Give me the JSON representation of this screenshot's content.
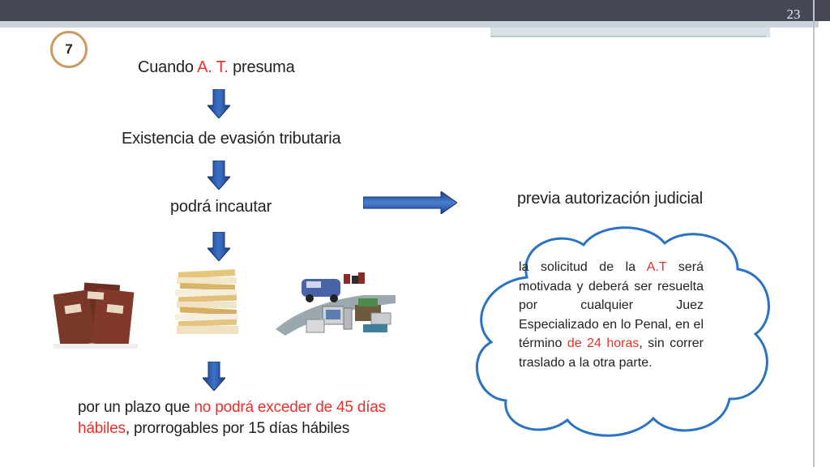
{
  "header": {
    "page_number": "23"
  },
  "step": {
    "number": "7"
  },
  "flow": {
    "line1_pre": "Cuando ",
    "line1_highlight": "A. T.",
    "line1_post": " presuma",
    "line2": "Existencia de evasión tributaria",
    "line3": "podrá incautar",
    "right_title": "previa autorización judicial"
  },
  "cloud": {
    "p1": "la solicitud de la ",
    "p1_highlight": "A.T",
    "p2": " será motivada y deberá ser resuelta por cualquier Juez Especializado en lo Penal, en el término ",
    "p2_highlight": "de 24 horas",
    "p3": ", sin correr traslado a la otra parte."
  },
  "bottom": {
    "pre": "por un plazo que ",
    "highlight": "no podrá exceder de 45 días hábiles",
    "post": ", prorrogables por 15 días hábiles"
  },
  "colors": {
    "accent_red": "#e8302b",
    "arrow_blue": "#2e5aa8",
    "cloud_border": "#2a73c4",
    "circle_border": "#cc9b63",
    "header_bar": "#434756"
  },
  "icons": [
    "down-arrow-icon",
    "right-arrow-icon",
    "folders-image",
    "paper-stack-image",
    "assets-image"
  ]
}
